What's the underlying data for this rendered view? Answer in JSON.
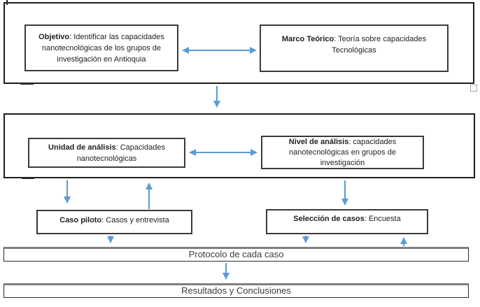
{
  "colors": {
    "arrow": "#5B9BD5",
    "container_border": "#1d1d1d",
    "box_border": "#3a3a3a",
    "bar_top_border": "#7f7f7f",
    "text": "#1f1f1f"
  },
  "diagram": {
    "objetivo": {
      "label": "Objetivo",
      "text": ": Identificar las capacidades nanotecnológicas de los grupos de investigación en Antioquia"
    },
    "marco_teorico": {
      "label": "Marco Teórico",
      "text": ": Teoría sobre capacidades Tecnológicas"
    },
    "unidad_analisis": {
      "label": "Unidad de análisis",
      "text": ": Capacidades nanotecnológicas"
    },
    "nivel_analisis": {
      "label": "Nivel de análisis",
      "text": ": capacidades nanotecnológicas en grupos de investigación"
    },
    "caso_piloto": {
      "label": "Caso piloto",
      "text": ": Casos y entrevista"
    },
    "seleccion_casos": {
      "label": "Selección de casos",
      "text": ": Encuesta"
    },
    "protocolo": "Protocolo de cada caso",
    "resultados": "Resultados y Conclusiones"
  }
}
